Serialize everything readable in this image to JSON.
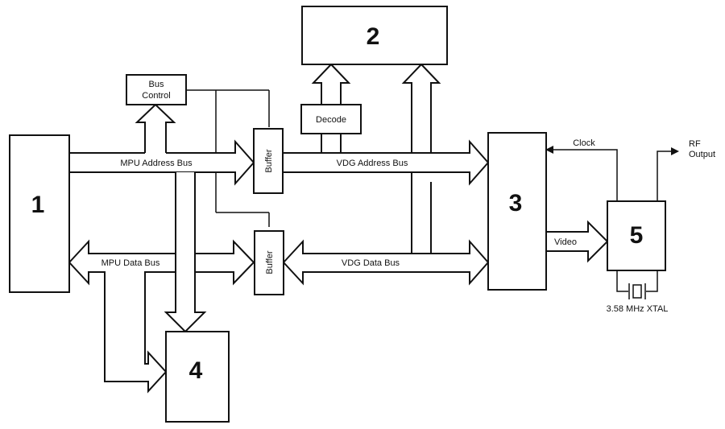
{
  "blocks": {
    "b1": "1",
    "b2": "2",
    "b3": "3",
    "b4": "4",
    "b5": "5"
  },
  "labels": {
    "bus_control_line1": "Bus",
    "bus_control_line2": "Control",
    "decode": "Decode",
    "buffer_top": "Buffer",
    "buffer_bottom": "Buffer",
    "mpu_address_bus": "MPU Address Bus",
    "mpu_data_bus": "MPU Data Bus",
    "vdg_address_bus": "VDG Address Bus",
    "vdg_data_bus": "VDG Data Bus",
    "clock": "Clock",
    "video": "Video",
    "rf_output_line1": "RF",
    "rf_output_line2": "Output",
    "xtal": "3.58 MHz XTAL"
  },
  "colors": {
    "ink": "#111111",
    "background": "#ffffff"
  }
}
